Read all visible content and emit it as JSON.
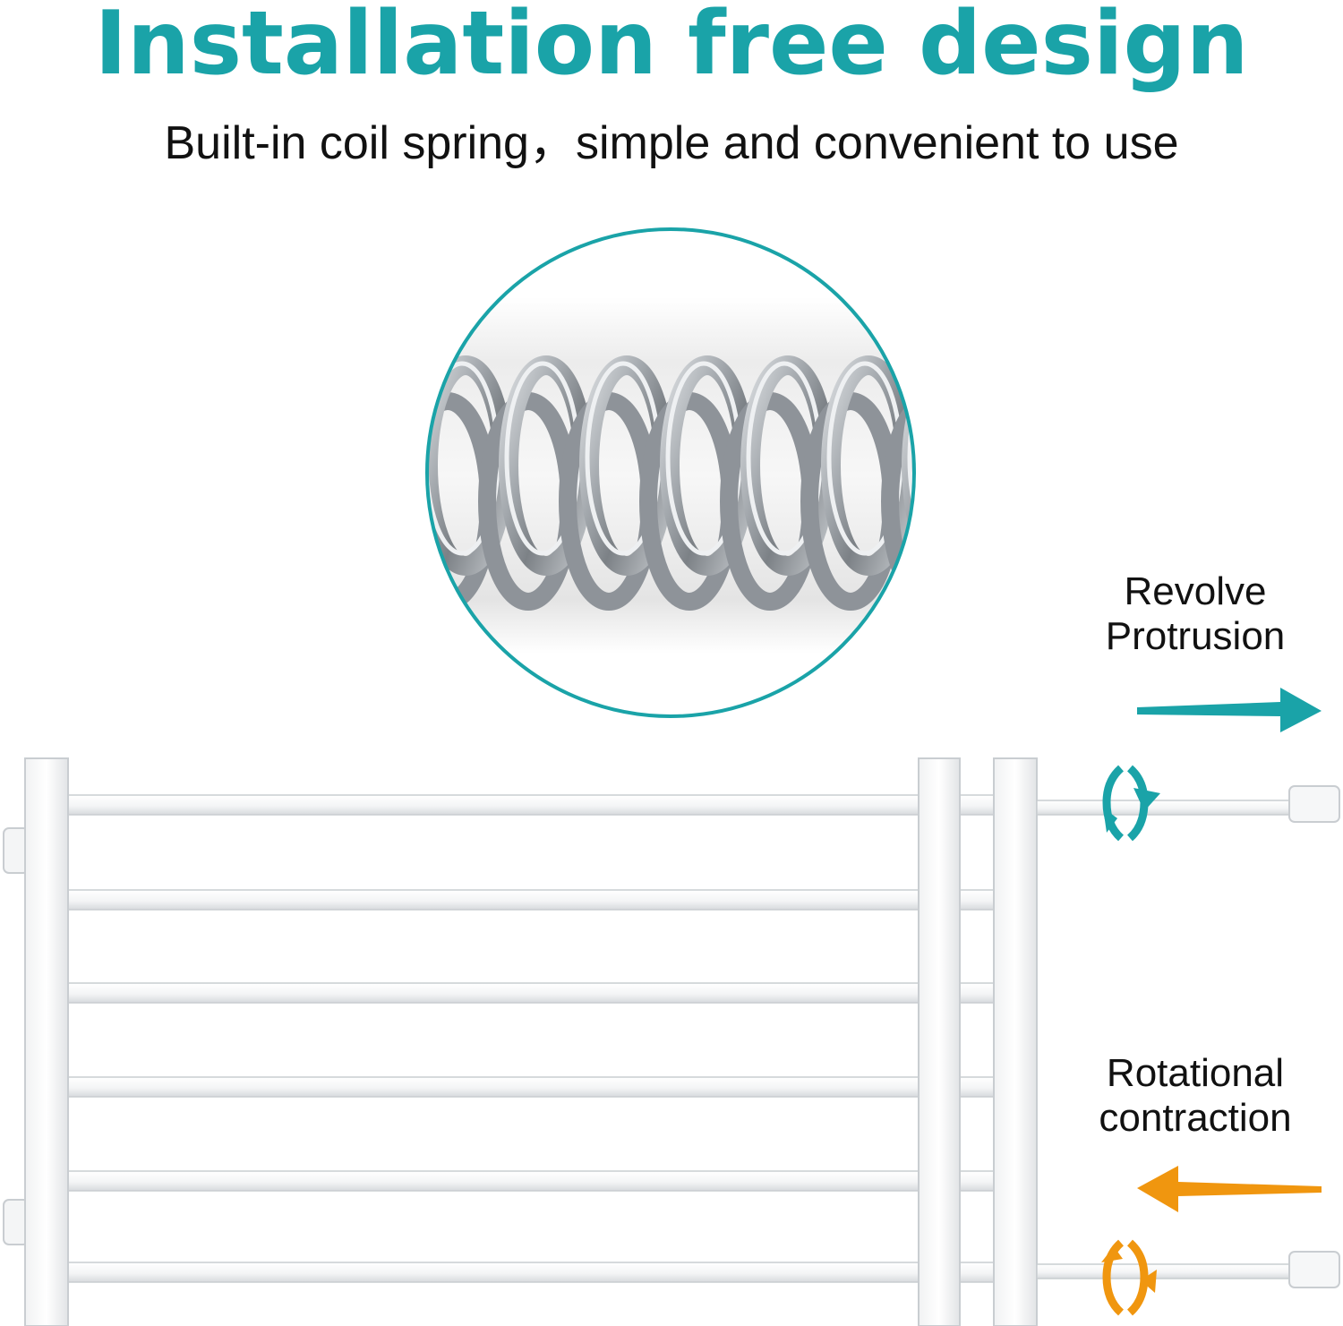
{
  "headline": "Installation free design",
  "subheadline": "Built-in coil spring，simple and convenient to use",
  "labels": {
    "revolve": {
      "line1": "Revolve",
      "line2": "Protrusion"
    },
    "rotational": {
      "line1": "Rotational",
      "line2": "contraction"
    }
  },
  "colors": {
    "accent_teal": "#1aa3a8",
    "accent_orange": "#f0960f",
    "text_dark": "#111111",
    "frame_white": "#ffffff",
    "frame_edge": "#c9cdd1",
    "spring_steel": "#9aa0a6"
  },
  "icons": {
    "expand_arrow": "arrow-right-icon",
    "contract_arrow": "arrow-left-icon",
    "rotate_expand": "rotate-cw-icon",
    "rotate_contract": "rotate-ccw-icon"
  }
}
